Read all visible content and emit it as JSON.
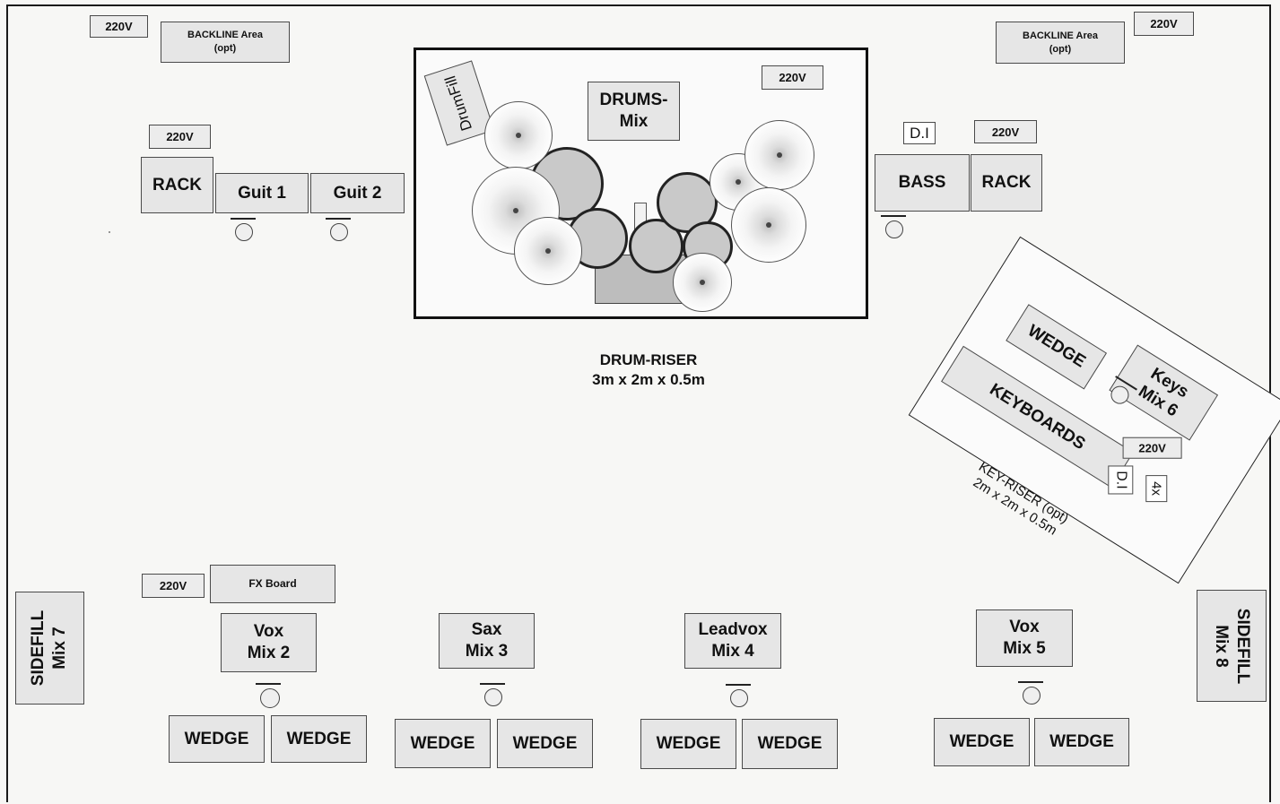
{
  "power": {
    "label": "220V"
  },
  "backline": {
    "left": [
      "BACKLINE Area",
      "(opt)"
    ],
    "right": [
      "BACKLINE Area",
      "(opt)"
    ]
  },
  "left_side": {
    "rack": "RACK",
    "guit1": "Guit 1",
    "guit2": "Guit 2"
  },
  "drums": {
    "drumfill": "DrumFill",
    "mix": [
      "DRUMS-",
      "Mix"
    ],
    "riser_caption": [
      "DRUM-RISER",
      "3m x  2m x 0.5m"
    ]
  },
  "right_side": {
    "di": "D.I",
    "bass": "BASS",
    "rack": "RACK"
  },
  "keys": {
    "wedge": "WEDGE",
    "mix": [
      "Keys",
      "Mix 6"
    ],
    "keyboards": "KEYBOARDS",
    "power": "220V",
    "di": "D.I",
    "count": "4x",
    "riser_caption": [
      "KEY-RISER (opt)",
      "2m x 2m x 0.5m"
    ]
  },
  "fx_board": "FX Board",
  "sidefills": {
    "left": [
      "SIDEFILL",
      "Mix 7"
    ],
    "right": [
      "SIDEFILL",
      "Mix 8"
    ]
  },
  "front_mixes": [
    {
      "lines": [
        "Vox",
        "Mix 2"
      ]
    },
    {
      "lines": [
        "Sax",
        "Mix 3"
      ]
    },
    {
      "lines": [
        "Leadvox",
        "Mix 4"
      ]
    },
    {
      "lines": [
        "Vox",
        "Mix 5"
      ]
    }
  ],
  "wedge_label": "WEDGE"
}
